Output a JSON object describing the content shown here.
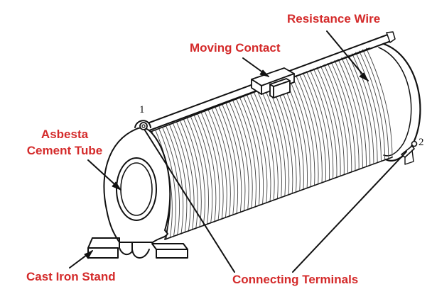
{
  "labels": {
    "resistance_wire": "Resistance Wire",
    "moving_contact": "Moving Contact",
    "asbesta_line1": "Asbesta",
    "asbesta_line2": "Cement Tube",
    "cast_iron_stand": "Cast Iron Stand",
    "connecting_terminals": "Connecting Terminals"
  },
  "terminals": {
    "t1": "1",
    "t2": "2"
  },
  "colors": {
    "label": "#d42a2a",
    "ink": "#111111",
    "background": "#ffffff"
  }
}
